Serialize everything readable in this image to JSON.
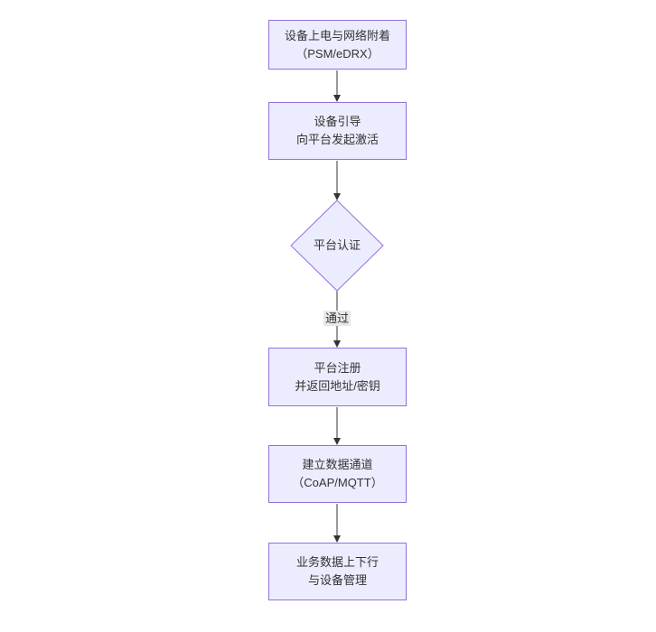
{
  "diagram": {
    "type": "flowchart-top-down",
    "colors": {
      "node_fill": "#ECECFF",
      "node_border": "#9370DB",
      "text": "#333333",
      "edge": "#333333",
      "label_bg": "#E8E8E8"
    },
    "nodes": [
      {
        "id": "power-attach",
        "shape": "rect",
        "line1": "设备上电与网络附着",
        "line2": "（PSM/eDRX）"
      },
      {
        "id": "bootstrap",
        "shape": "rect",
        "line1": "设备引导",
        "line2": "向平台发起激活"
      },
      {
        "id": "platform-auth",
        "shape": "diamond",
        "line1": "平台认证"
      },
      {
        "id": "platform-register",
        "shape": "rect",
        "line1": "平台注册",
        "line2": "并返回地址/密钥"
      },
      {
        "id": "data-channel",
        "shape": "rect",
        "line1": "建立数据通道",
        "line2": "（CoAP/MQTT）"
      },
      {
        "id": "business-data",
        "shape": "rect",
        "line1": "业务数据上下行",
        "line2": "与设备管理"
      }
    ],
    "edge_label": "通过"
  }
}
